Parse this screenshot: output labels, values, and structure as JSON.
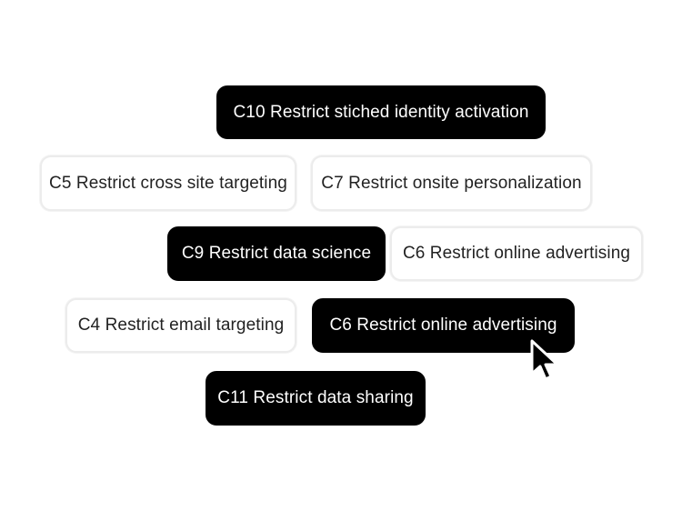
{
  "chips": [
    {
      "id": "c10",
      "label": "C10 Restrict stiched identity activation",
      "selected": true
    },
    {
      "id": "c5",
      "label": "C5 Restrict cross site targeting",
      "selected": false
    },
    {
      "id": "c7",
      "label": "C7 Restrict onsite personalization",
      "selected": false
    },
    {
      "id": "c9",
      "label": "C9 Restrict data science",
      "selected": true
    },
    {
      "id": "c6a",
      "label": "C6 Restrict online advertising",
      "selected": false
    },
    {
      "id": "c4",
      "label": "C4 Restrict email targeting",
      "selected": false
    },
    {
      "id": "c6b",
      "label": "C6 Restrict online advertising",
      "selected": true
    },
    {
      "id": "c11",
      "label": "C11 Restrict data sharing",
      "selected": true
    }
  ],
  "cursor": {
    "icon": "mouse-pointer-icon"
  },
  "colors": {
    "selected_bg": "#000000",
    "selected_text": "#ffffff",
    "unselected_bg": "#ffffff",
    "unselected_text": "#222222",
    "unselected_border": "#ececec"
  }
}
